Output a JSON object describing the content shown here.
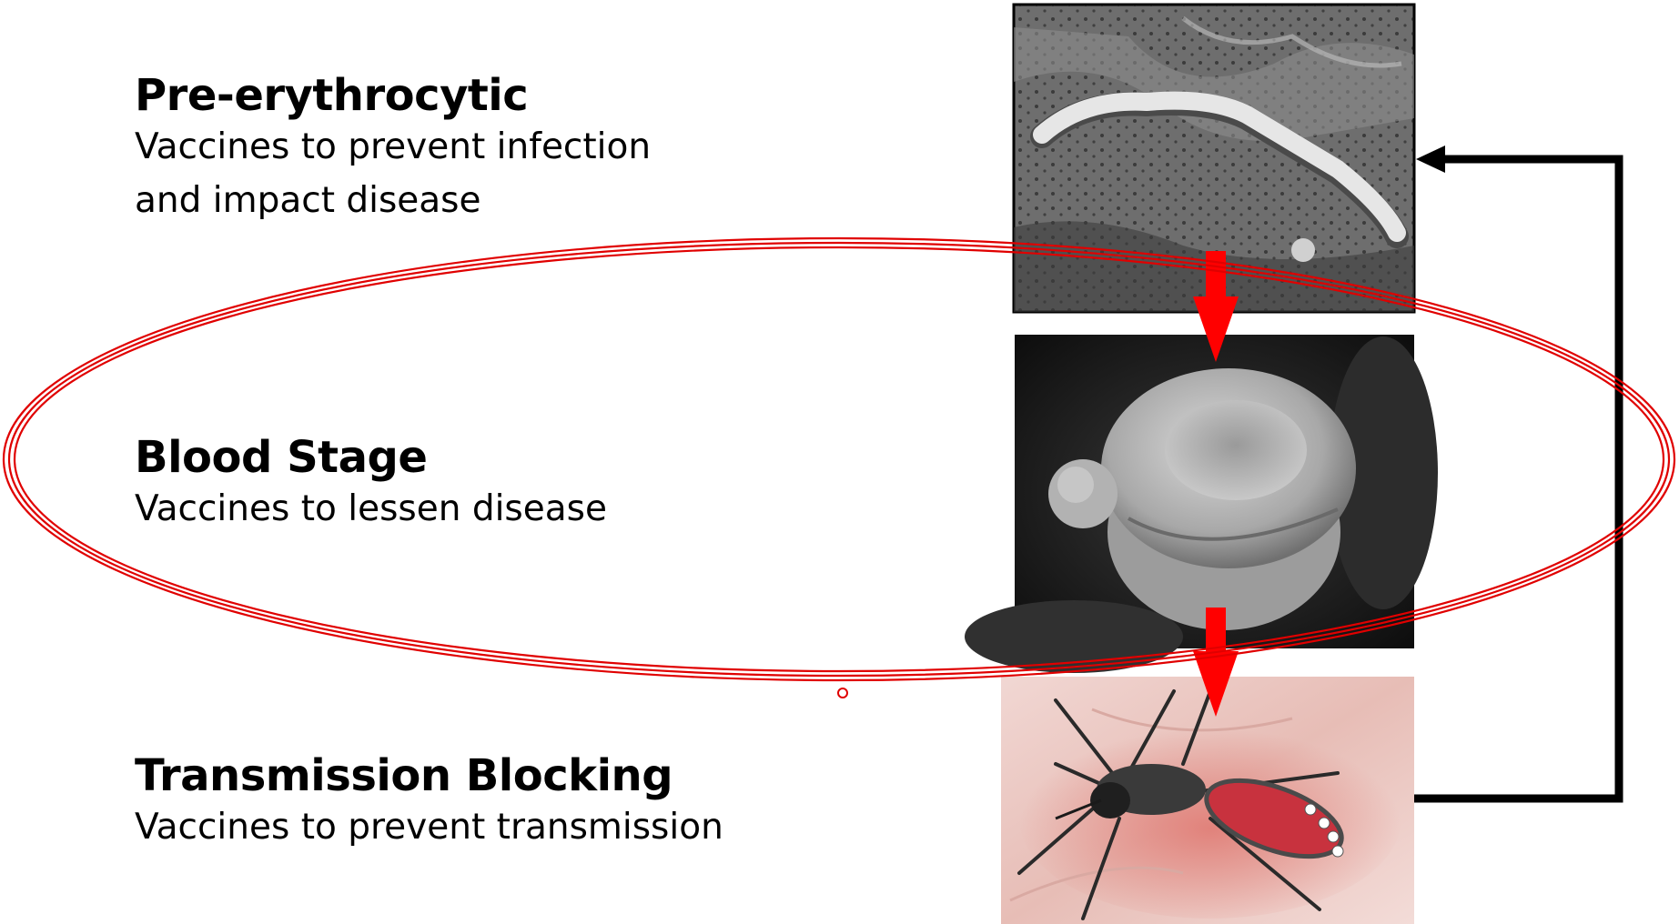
{
  "stages": [
    {
      "title": "Pre-erythrocytic",
      "description": "Vaccines to prevent infection\nand impact disease"
    },
    {
      "title": "Blood Stage",
      "description": "Vaccines to lessen disease"
    },
    {
      "title": "Transmission Blocking",
      "description": "Vaccines to prevent transmission"
    }
  ],
  "colors": {
    "ellipse": "#e00000",
    "down_arrow": "#ff0000",
    "feedback_arrow": "#000000"
  },
  "images": [
    "sporozoite-micrograph",
    "red-blood-cell-micrograph",
    "mosquito-biting-photo"
  ]
}
